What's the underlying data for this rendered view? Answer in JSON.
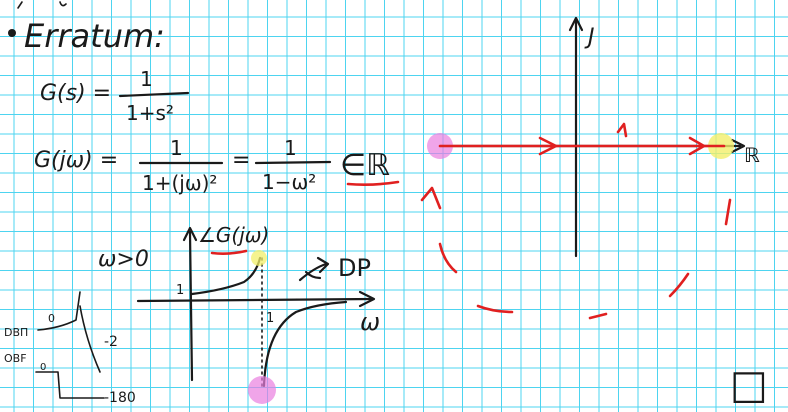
{
  "heading": "Erratum:",
  "eq1": {
    "lhs": "G(s) =",
    "num": "1",
    "den": "1+s²"
  },
  "eq2": {
    "lhs": "G(jω) =",
    "num1": "1",
    "den1": "1+(jω)²",
    "eq": "=",
    "num2": "1",
    "den2": "1−ω²",
    "tail": "∈ℝ"
  },
  "phase_plot": {
    "title": "∠G(jω)",
    "condition": "ω>0",
    "y_tick": "1",
    "x_tick": "1",
    "x_axis": "ω",
    "dp_label": "DP"
  },
  "bode_legend": {
    "dbm_label": "DBΠ",
    "dbm_value": "0",
    "dbm_slope": "-2",
    "obf_label": "OBF",
    "obf_value": "0",
    "obf_end": "-180"
  },
  "nyquist": {
    "imag_axis": "J",
    "real_axis": "ℝ"
  },
  "end_marker": "□",
  "colors": {
    "ink": "#1a1a1a",
    "red_pen": "#e02020",
    "grid": "#4dd4f0",
    "highlight_pink": "#e97fe0",
    "highlight_yellow": "#f2ef6a"
  }
}
